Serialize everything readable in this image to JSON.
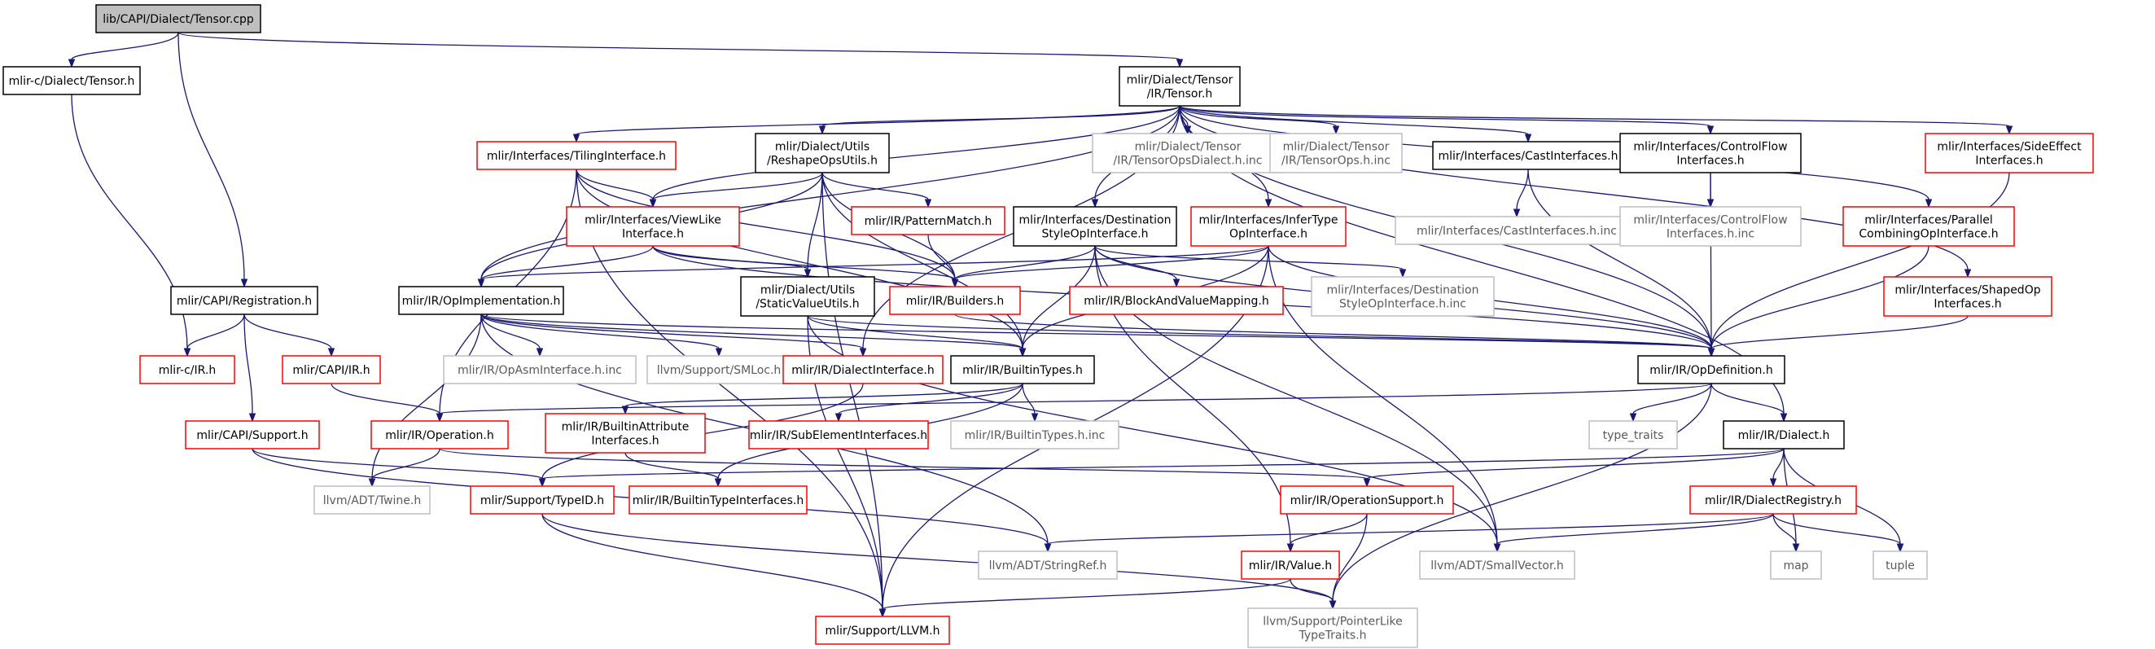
{
  "graph": {
    "nodes": [
      {
        "id": "root",
        "label": [
          "lib/CAPI/Dialect/Tensor.cpp"
        ],
        "style": "root"
      },
      {
        "id": "capiTensor",
        "label": [
          "mlir-c/Dialect/Tensor.h"
        ],
        "style": "black"
      },
      {
        "id": "tensorH",
        "label": [
          "mlir/Dialect/Tensor",
          "/IR/Tensor.h"
        ],
        "style": "black"
      },
      {
        "id": "capiReg",
        "label": [
          "mlir/CAPI/Registration.h"
        ],
        "style": "black"
      },
      {
        "id": "mlircIR",
        "label": [
          "mlir-c/IR.h"
        ],
        "style": "red"
      },
      {
        "id": "capiIR",
        "label": [
          "mlir/CAPI/IR.h"
        ],
        "style": "red"
      },
      {
        "id": "capiSupport",
        "label": [
          "mlir/CAPI/Support.h"
        ],
        "style": "red"
      },
      {
        "id": "tiling",
        "label": [
          "mlir/Interfaces/TilingInterface.h"
        ],
        "style": "red"
      },
      {
        "id": "reshape",
        "label": [
          "mlir/Dialect/Utils",
          "/ReshapeOpsUtils.h"
        ],
        "style": "black"
      },
      {
        "id": "viewLike",
        "label": [
          "mlir/Interfaces/ViewLike",
          "Interface.h"
        ],
        "style": "red"
      },
      {
        "id": "patternMatch",
        "label": [
          "mlir/IR/PatternMatch.h"
        ],
        "style": "red"
      },
      {
        "id": "destStyle",
        "label": [
          "mlir/Interfaces/Destination",
          "StyleOpInterface.h"
        ],
        "style": "black"
      },
      {
        "id": "inferType",
        "label": [
          "mlir/Interfaces/InferType",
          "OpInterface.h"
        ],
        "style": "red"
      },
      {
        "id": "tensorOpsDialectInc",
        "label": [
          "mlir/Dialect/Tensor",
          "/IR/TensorOpsDialect.h.inc"
        ],
        "style": "gray"
      },
      {
        "id": "tensorOpsInc",
        "label": [
          "mlir/Dialect/Tensor",
          "/IR/TensorOps.h.inc"
        ],
        "style": "gray"
      },
      {
        "id": "castInt",
        "label": [
          "mlir/Interfaces/CastInterfaces.h"
        ],
        "style": "black"
      },
      {
        "id": "castIntInc",
        "label": [
          "mlir/Interfaces/CastInterfaces.h.inc"
        ],
        "style": "gray"
      },
      {
        "id": "controlFlow",
        "label": [
          "mlir/Interfaces/ControlFlow",
          "Interfaces.h"
        ],
        "style": "black"
      },
      {
        "id": "controlFlowInc",
        "label": [
          "mlir/Interfaces/ControlFlow",
          "Interfaces.h.inc"
        ],
        "style": "gray"
      },
      {
        "id": "sideEffect",
        "label": [
          "mlir/Interfaces/SideEffect",
          "Interfaces.h"
        ],
        "style": "red"
      },
      {
        "id": "parallelComb",
        "label": [
          "mlir/Interfaces/Parallel",
          "CombiningOpInterface.h"
        ],
        "style": "red"
      },
      {
        "id": "shapedOp",
        "label": [
          "mlir/Interfaces/ShapedOp",
          "Interfaces.h"
        ],
        "style": "red"
      },
      {
        "id": "opImpl",
        "label": [
          "mlir/IR/OpImplementation.h"
        ],
        "style": "black"
      },
      {
        "id": "staticValue",
        "label": [
          "mlir/Dialect/Utils",
          "/StaticValueUtils.h"
        ],
        "style": "black"
      },
      {
        "id": "builders",
        "label": [
          "mlir/IR/Builders.h"
        ],
        "style": "red"
      },
      {
        "id": "blockAndValue",
        "label": [
          "mlir/IR/BlockAndValueMapping.h"
        ],
        "style": "red"
      },
      {
        "id": "destStyleInc",
        "label": [
          "mlir/Interfaces/Destination",
          "StyleOpInterface.h.inc"
        ],
        "style": "gray"
      },
      {
        "id": "opAsmInc",
        "label": [
          "mlir/IR/OpAsmInterface.h.inc"
        ],
        "style": "gray"
      },
      {
        "id": "smloc",
        "label": [
          "llvm/Support/SMLoc.h"
        ],
        "style": "gray"
      },
      {
        "id": "dialectInterface",
        "label": [
          "mlir/IR/DialectInterface.h"
        ],
        "style": "red"
      },
      {
        "id": "builtinTypes",
        "label": [
          "mlir/IR/BuiltinTypes.h"
        ],
        "style": "black"
      },
      {
        "id": "opDefinition",
        "label": [
          "mlir/IR/OpDefinition.h"
        ],
        "style": "black"
      },
      {
        "id": "operation",
        "label": [
          "mlir/IR/Operation.h"
        ],
        "style": "red"
      },
      {
        "id": "builtinAttr",
        "label": [
          "mlir/IR/BuiltinAttribute",
          "Interfaces.h"
        ],
        "style": "red"
      },
      {
        "id": "subElement",
        "label": [
          "mlir/IR/SubElementInterfaces.h"
        ],
        "style": "red"
      },
      {
        "id": "builtinTypesInc",
        "label": [
          "mlir/IR/BuiltinTypes.h.inc"
        ],
        "style": "gray"
      },
      {
        "id": "typeTraits",
        "label": [
          "type_traits"
        ],
        "style": "gray"
      },
      {
        "id": "dialectH",
        "label": [
          "mlir/IR/Dialect.h"
        ],
        "style": "black"
      },
      {
        "id": "twine",
        "label": [
          "llvm/ADT/Twine.h"
        ],
        "style": "gray"
      },
      {
        "id": "typeID",
        "label": [
          "mlir/Support/TypeID.h"
        ],
        "style": "red"
      },
      {
        "id": "builtinTypeInt",
        "label": [
          "mlir/IR/BuiltinTypeInterfaces.h"
        ],
        "style": "red"
      },
      {
        "id": "operationSupport",
        "label": [
          "mlir/IR/OperationSupport.h"
        ],
        "style": "red"
      },
      {
        "id": "dialectRegistry",
        "label": [
          "mlir/IR/DialectRegistry.h"
        ],
        "style": "red"
      },
      {
        "id": "stringRef",
        "label": [
          "llvm/ADT/StringRef.h"
        ],
        "style": "gray"
      },
      {
        "id": "valueH",
        "label": [
          "mlir/IR/Value.h"
        ],
        "style": "red"
      },
      {
        "id": "smallVector",
        "label": [
          "llvm/ADT/SmallVector.h"
        ],
        "style": "gray"
      },
      {
        "id": "map",
        "label": [
          "map"
        ],
        "style": "gray"
      },
      {
        "id": "tuple",
        "label": [
          "tuple"
        ],
        "style": "gray"
      },
      {
        "id": "llvmH",
        "label": [
          "mlir/Support/LLVM.h"
        ],
        "style": "red"
      },
      {
        "id": "pointerLike",
        "label": [
          "llvm/Support/PointerLike",
          "TypeTraits.h"
        ],
        "style": "gray"
      }
    ],
    "edges": [
      [
        "root",
        "capiTensor"
      ],
      [
        "root",
        "tensorH"
      ],
      [
        "root",
        "capiReg"
      ],
      [
        "capiTensor",
        "mlircIR"
      ],
      [
        "capiReg",
        "mlircIR"
      ],
      [
        "capiReg",
        "capiIR"
      ],
      [
        "capiReg",
        "capiSupport"
      ],
      [
        "capiIR",
        "operation"
      ],
      [
        "capiSupport",
        "typeID"
      ],
      [
        "capiSupport",
        "stringRef"
      ],
      [
        "tensorH",
        "tiling"
      ],
      [
        "tensorH",
        "reshape"
      ],
      [
        "tensorH",
        "viewLike"
      ],
      [
        "tensorH",
        "opImpl"
      ],
      [
        "tensorH",
        "destStyle"
      ],
      [
        "tensorH",
        "inferType"
      ],
      [
        "tensorH",
        "tensorOpsDialectInc"
      ],
      [
        "tensorH",
        "tensorOpsInc"
      ],
      [
        "tensorH",
        "castInt"
      ],
      [
        "tensorH",
        "controlFlow"
      ],
      [
        "tensorH",
        "sideEffect"
      ],
      [
        "tensorH",
        "parallelComb"
      ],
      [
        "tensorH",
        "shapedOp"
      ],
      [
        "tensorH",
        "opDefinition"
      ],
      [
        "tensorH",
        "dialectH"
      ],
      [
        "tensorH",
        "dialectInterface"
      ],
      [
        "tiling",
        "viewLike"
      ],
      [
        "tiling",
        "builders"
      ],
      [
        "tiling",
        "builtinTypes"
      ],
      [
        "tiling",
        "operation"
      ],
      [
        "tiling",
        "llvmH"
      ],
      [
        "reshape",
        "viewLike"
      ],
      [
        "reshape",
        "opImpl"
      ],
      [
        "reshape",
        "staticValue"
      ],
      [
        "reshape",
        "patternMatch"
      ],
      [
        "reshape",
        "builders"
      ],
      [
        "reshape",
        "builtinTypes"
      ],
      [
        "reshape",
        "llvmH"
      ],
      [
        "viewLike",
        "opImpl"
      ],
      [
        "viewLike",
        "staticValue"
      ],
      [
        "viewLike",
        "builders"
      ],
      [
        "viewLike",
        "opDefinition"
      ],
      [
        "patternMatch",
        "builders"
      ],
      [
        "destStyle",
        "builders"
      ],
      [
        "destStyle",
        "blockAndValue"
      ],
      [
        "destStyle",
        "destStyleInc"
      ],
      [
        "destStyle",
        "builtinTypes"
      ],
      [
        "destStyle",
        "opDefinition"
      ],
      [
        "destStyle",
        "valueH"
      ],
      [
        "destStyle",
        "smallVector"
      ],
      [
        "inferType",
        "builders"
      ],
      [
        "inferType",
        "opDefinition"
      ],
      [
        "inferType",
        "builtinTypes"
      ],
      [
        "inferType",
        "smallVector"
      ],
      [
        "inferType",
        "llvmH"
      ],
      [
        "inferType",
        "opImpl"
      ],
      [
        "castInt",
        "castIntInc"
      ],
      [
        "castInt",
        "opDefinition"
      ],
      [
        "controlFlow",
        "controlFlowInc"
      ],
      [
        "controlFlow",
        "opDefinition"
      ],
      [
        "sideEffect",
        "opDefinition"
      ],
      [
        "parallelComb",
        "opDefinition"
      ],
      [
        "shapedOp",
        "opDefinition"
      ],
      [
        "opImpl",
        "opAsmInc"
      ],
      [
        "opImpl",
        "smloc"
      ],
      [
        "opImpl",
        "dialectInterface"
      ],
      [
        "opImpl",
        "builtinTypes"
      ],
      [
        "opImpl",
        "opDefinition"
      ],
      [
        "opImpl",
        "twine"
      ],
      [
        "opImpl",
        "stringRef"
      ],
      [
        "staticValue",
        "builtinTypes"
      ],
      [
        "staticValue",
        "opDefinition"
      ],
      [
        "staticValue",
        "smallVector"
      ],
      [
        "staticValue",
        "llvmH"
      ],
      [
        "builders",
        "opDefinition"
      ],
      [
        "dialectInterface",
        "typeID"
      ],
      [
        "builtinTypes",
        "builtinAttr"
      ],
      [
        "builtinTypes",
        "subElement"
      ],
      [
        "builtinTypes",
        "builtinTypesInc"
      ],
      [
        "builtinTypes",
        "builtinTypeInt"
      ],
      [
        "builtinAttr",
        "builtinTypeInt"
      ],
      [
        "opDefinition",
        "operation"
      ],
      [
        "opDefinition",
        "typeTraits"
      ],
      [
        "opDefinition",
        "dialectH"
      ],
      [
        "opDefinition",
        "pointerLike"
      ],
      [
        "operation",
        "twine"
      ],
      [
        "operation",
        "operationSupport"
      ],
      [
        "dialectH",
        "typeID"
      ],
      [
        "dialectH",
        "operationSupport"
      ],
      [
        "dialectH",
        "dialectRegistry"
      ],
      [
        "dialectH",
        "map"
      ],
      [
        "dialectH",
        "tuple"
      ],
      [
        "typeID",
        "llvmH"
      ],
      [
        "typeID",
        "pointerLike"
      ],
      [
        "operationSupport",
        "valueH"
      ],
      [
        "operationSupport",
        "pointerLike"
      ],
      [
        "dialectRegistry",
        "stringRef"
      ],
      [
        "dialectRegistry",
        "smallVector"
      ],
      [
        "dialectRegistry",
        "map"
      ],
      [
        "dialectRegistry",
        "tuple"
      ],
      [
        "valueH",
        "llvmH"
      ],
      [
        "valueH",
        "pointerLike"
      ]
    ]
  }
}
